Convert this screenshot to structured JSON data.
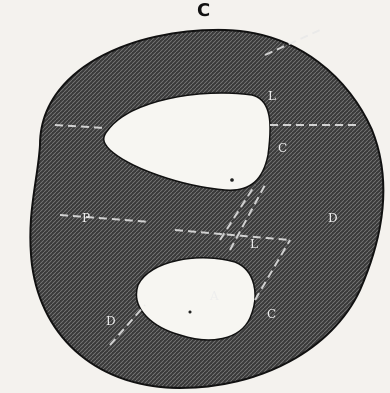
{
  "figure": {
    "panel_label": "C",
    "region_labels": [
      "L",
      "C",
      "D",
      "P",
      "A",
      "L",
      "C",
      "D"
    ]
  },
  "colors": {
    "background": "#f4f2ee",
    "tissue": "#3a3a3a",
    "outline": "#111111",
    "holes": "#f7f6f2",
    "streaks": "#e9e9e9"
  }
}
